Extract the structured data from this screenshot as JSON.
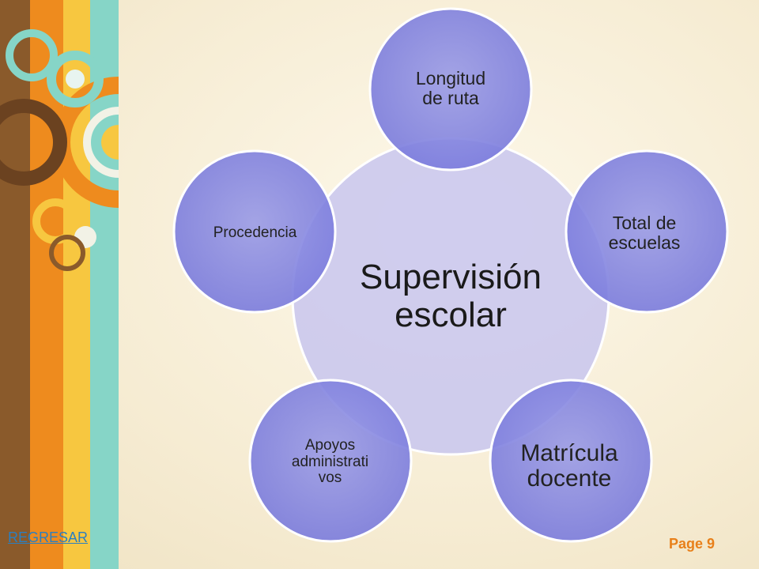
{
  "diagram": {
    "center": {
      "label": "Supervisión\nescolar"
    },
    "nodes": [
      {
        "label": "Longitud\nde ruta"
      },
      {
        "label": "Total de\nescuelas"
      },
      {
        "label": "Matrícula\ndocente"
      },
      {
        "label": "Apoyos\nadministrati\nvos"
      },
      {
        "label": "Procedencia"
      }
    ]
  },
  "footer": {
    "back_link": "REGRESAR",
    "page_label": "Page 9"
  },
  "colors": {
    "node_fill": "#7d7ee0",
    "center_fill": "#c8c6ef",
    "page_label": "#e8801a",
    "link": "#2b7fc0"
  }
}
